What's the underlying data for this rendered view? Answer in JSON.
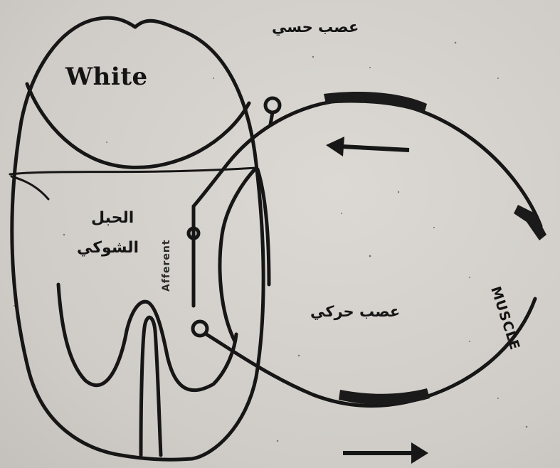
{
  "labels": {
    "white_matter": "White",
    "sensory_nerve": "عصب حسي",
    "spinal_cord_line1": "الحبل",
    "spinal_cord_line2": "الشوكي",
    "motor_nerve": "عصب حركي",
    "muscle": "MUSCLE",
    "vertical_label": "Afferent",
    "upper_nerve_tag": "",
    "lower_nerve_tag": ""
  },
  "colors": {
    "ink": "#141414",
    "paper": "#d2cfca"
  },
  "icons": {
    "upper_arrow": "arrow-left",
    "lower_arrow": "arrow-right"
  }
}
